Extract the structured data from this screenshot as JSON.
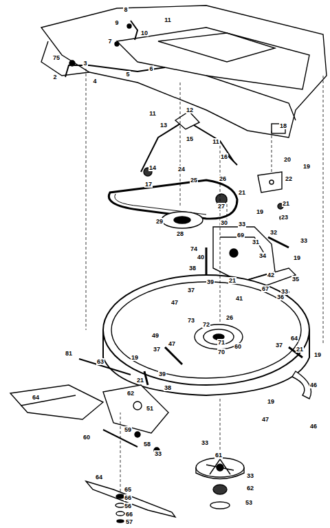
{
  "diagram": {
    "labels": [
      "8",
      "9",
      "11",
      "10",
      "7",
      "75",
      "3",
      "2",
      "4",
      "5",
      "6",
      "18",
      "11",
      "13",
      "12",
      "15",
      "11",
      "16",
      "14",
      "24",
      "17",
      "25",
      "26",
      "20",
      "19",
      "21",
      "22",
      "21",
      "27",
      "19",
      "23",
      "29",
      "28",
      "30",
      "33",
      "69",
      "32",
      "33",
      "74",
      "40",
      "31",
      "34",
      "19",
      "38",
      "39",
      "37",
      "21",
      "35",
      "42",
      "67",
      "33",
      "41",
      "36",
      "47",
      "73",
      "72",
      "26",
      "49",
      "71",
      "70",
      "60",
      "81",
      "63",
      "19",
      "37",
      "47",
      "39",
      "21",
      "38",
      "62",
      "64",
      "51",
      "59",
      "60",
      "58",
      "33",
      "33",
      "61",
      "33",
      "62",
      "53",
      "64",
      "65",
      "66",
      "56",
      "66",
      "57",
      "37",
      "64",
      "21",
      "19",
      "46",
      "19",
      "47",
      "46"
    ]
  }
}
